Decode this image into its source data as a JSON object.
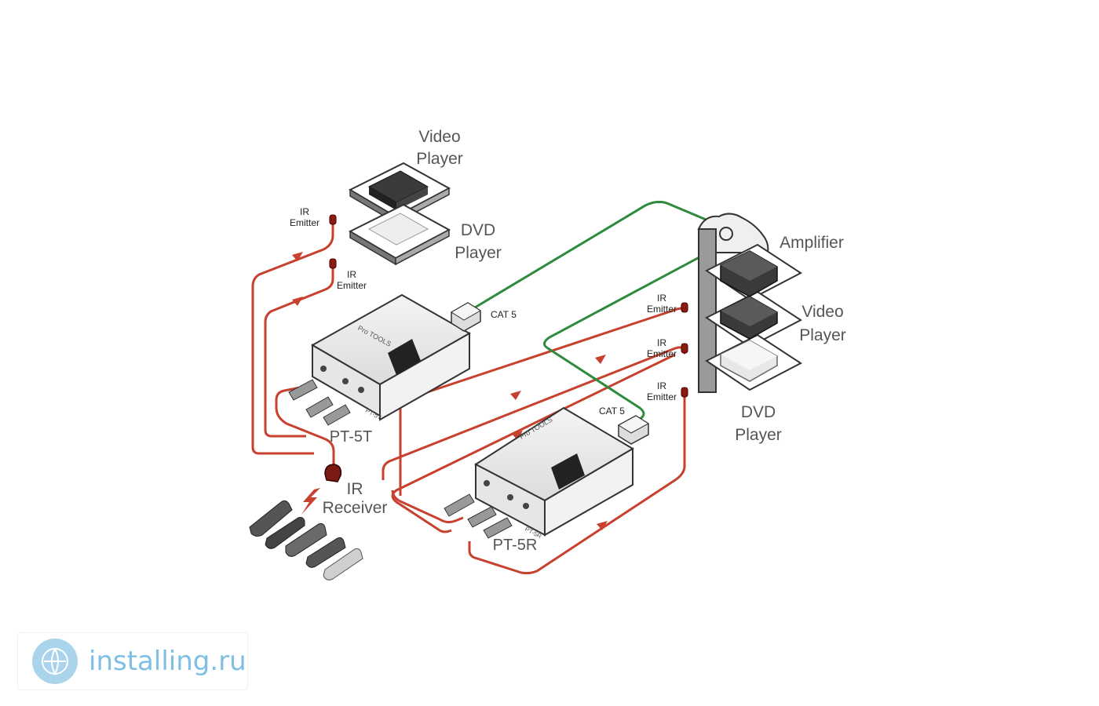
{
  "labels": {
    "video_player_top_1": "Video",
    "video_player_top_2": "Player",
    "dvd_player_top_1": "DVD",
    "dvd_player_top_2": "Player",
    "ir_emitter_1a": "IR",
    "ir_emitter_1b": "Emitter",
    "ir_emitter_2a": "IR",
    "ir_emitter_2b": "Emitter",
    "cat5_top": "CAT 5",
    "cat5_bottom": "CAT 5",
    "pt5t": "PT-5T",
    "pt5r": "PT-5R",
    "ir_receiver_1": "IR",
    "ir_receiver_2": "Receiver",
    "amplifier": "Amplifier",
    "video_player_right_1": "Video",
    "video_player_right_2": "Player",
    "dvd_player_right_1": "DVD",
    "dvd_player_right_2": "Player",
    "ir_emitter_r1a": "IR",
    "ir_emitter_r1b": "Emitter",
    "ir_emitter_r2a": "IR",
    "ir_emitter_r2b": "Emitter",
    "ir_emitter_r3a": "IR",
    "ir_emitter_r3b": "Emitter",
    "device_brand": "Pro TOOLS",
    "device_pt5t_badge": "PT-5T",
    "device_pt5r_badge": "PT-5R"
  },
  "watermark": {
    "text": "installing.ru",
    "icon": "globe-icon"
  },
  "colors": {
    "ir_cable": "#c8402e",
    "cat5_cable": "#2e8b3e",
    "label_text": "#555555",
    "watermark_text": "#7fbfe3"
  }
}
